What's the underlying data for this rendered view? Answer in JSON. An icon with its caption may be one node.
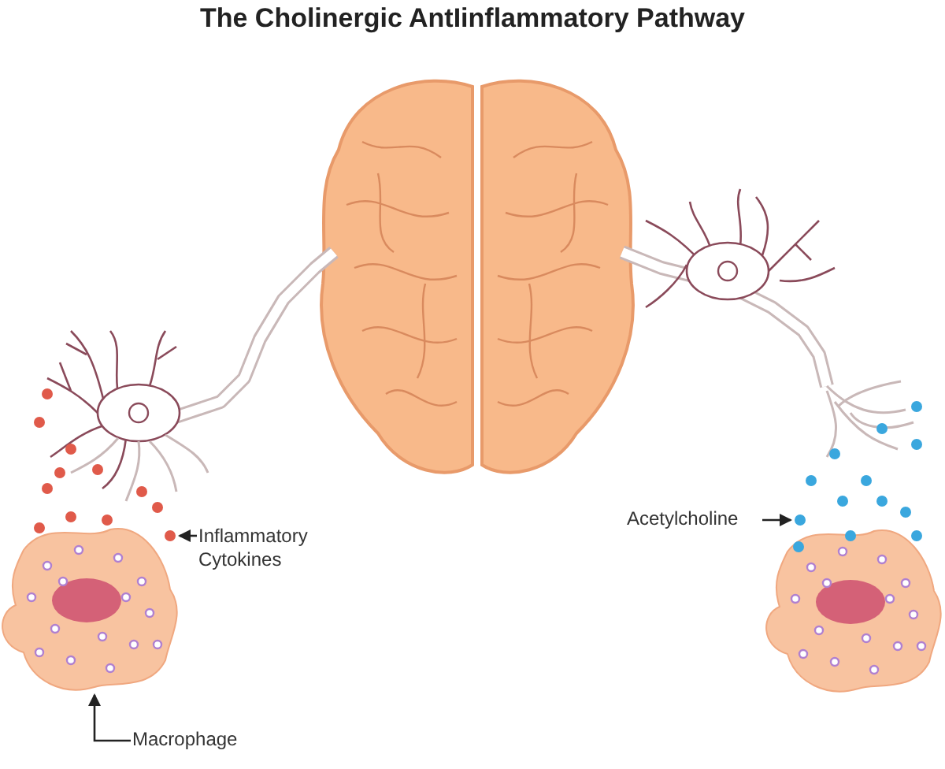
{
  "diagram": {
    "title": "The Cholinergic AntIinflammatory Pathway",
    "nodes": [
      {
        "text": [
          "Inflammatory Cytokines"
        ]
      },
      {
        "text": [],
        "shape": "circle"
      },
      {
        "text": [
          "Acetylcholine"
        ]
      },
      {
        "text": [],
        "shape": "circle"
      },
      {
        "text": [
          "Macrophage"
        ]
      },
      {
        "text": [],
        "shape": "picture"
      }
    ],
    "edges": [
      {
        "from": 0,
        "to": 1,
        "arrow": "to"
      },
      {
        "from": 2,
        "to": 3,
        "arrow": "to"
      },
      {
        "from": 4,
        "to": 5,
        "arrow": "to"
      }
    ]
  }
}
